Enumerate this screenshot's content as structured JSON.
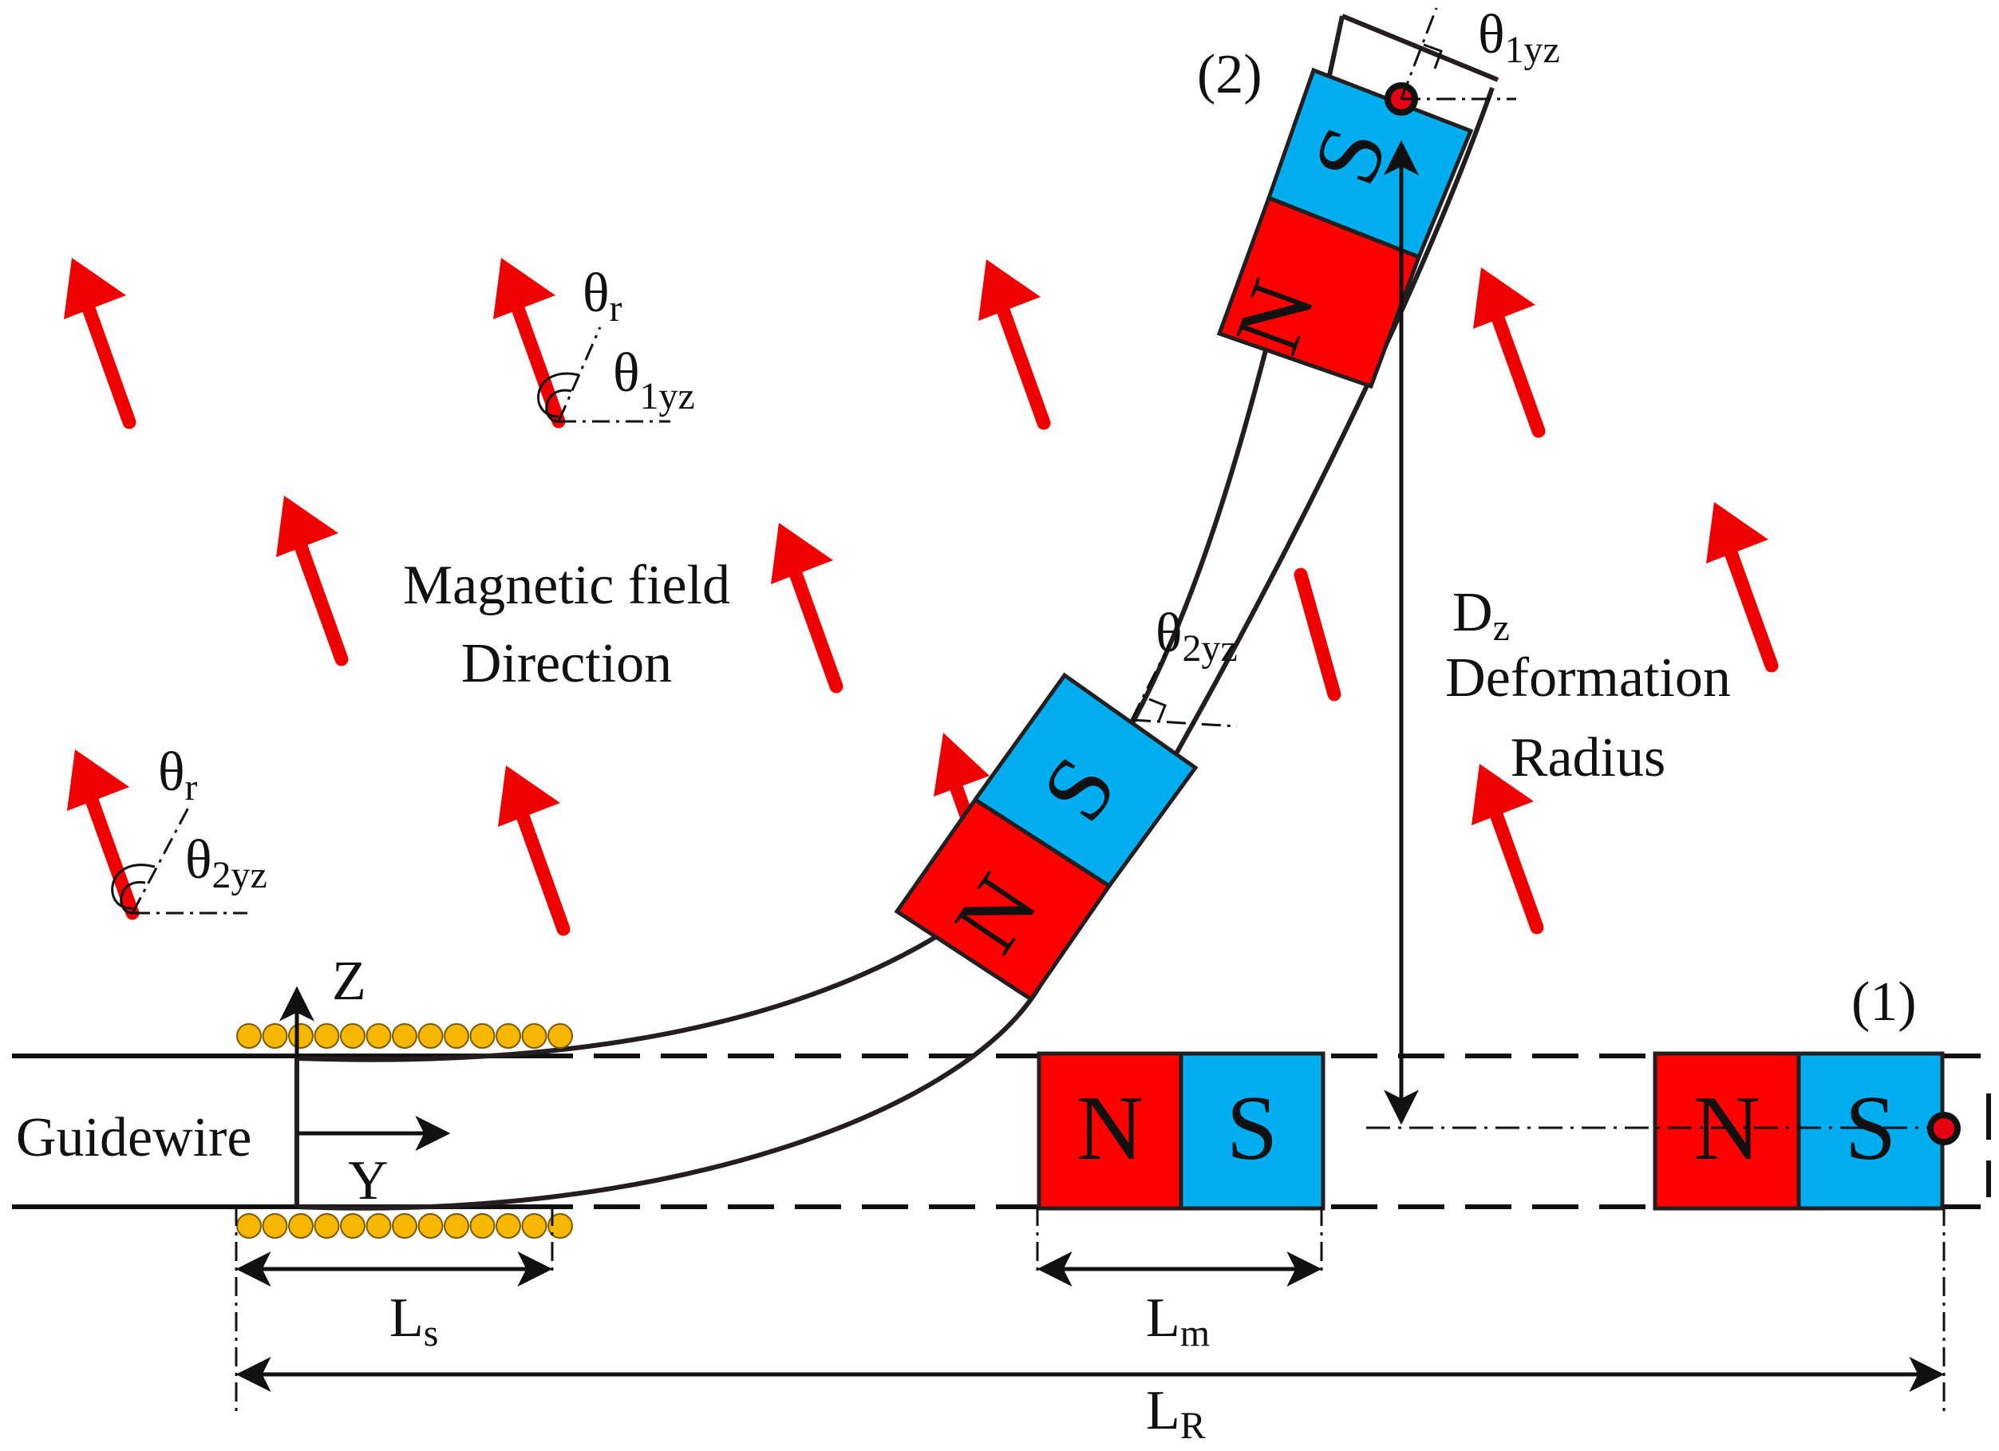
{
  "labels": {
    "position_2": "(2)",
    "position_1": "(1)",
    "theta": "θ",
    "sub_r": "r",
    "sub_1yz": "1yz",
    "sub_2yz": "2yz",
    "field_line1": "Magnetic field",
    "field_line2": "Direction",
    "dz_main": "D",
    "dz_sub": "z",
    "deformation": "Deformation",
    "radius": "Radius",
    "axis_z": "Z",
    "axis_y": "Y",
    "guidewire": "Guidewire",
    "dim_L": "L",
    "sub_s": "s",
    "sub_m": "m",
    "sub_R": "R"
  },
  "magnets": {
    "north_label": "N",
    "south_label": "S"
  },
  "colors": {
    "field_arrow": "#ee0000",
    "north_pole": "#ff0000",
    "south_pole": "#00aeef",
    "coil": "#f5b700",
    "outline": "#231f20",
    "dot": "#e60012"
  }
}
